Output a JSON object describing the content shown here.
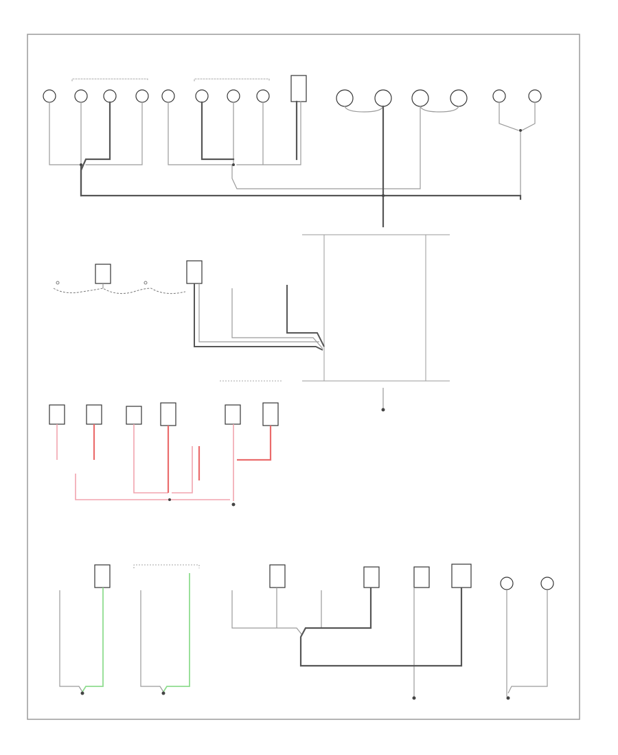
{
  "diagram": {
    "title": "",
    "corner_code": "",
    "colors": {
      "frame": "#9a9a9a",
      "wire_black": "#555555",
      "wire_gray": "#9a9a9a",
      "wire_pink": "#f2a3ad",
      "wire_red": "#ea6b6b",
      "wire_green": "#8fdc8f",
      "component": "#333333"
    },
    "components": [
      {
        "id": "left-headlight-lamp",
        "name": "",
        "shape": "circle"
      },
      {
        "id": "left-marker-lamp-1",
        "name": "",
        "shape": "circle"
      },
      {
        "id": "left-marker-lamp-2",
        "name": "",
        "shape": "circle"
      },
      {
        "id": "left-marker-lamp-3",
        "name": "",
        "shape": "circle"
      },
      {
        "id": "right-headlight-lamp",
        "name": "",
        "shape": "circle"
      },
      {
        "id": "right-marker-lamp-1",
        "name": "",
        "shape": "circle"
      },
      {
        "id": "right-marker-lamp-2",
        "name": "",
        "shape": "circle"
      },
      {
        "id": "right-marker-lamp-3",
        "name": "",
        "shape": "circle"
      },
      {
        "id": "top-module",
        "name": "",
        "shape": "box"
      },
      {
        "id": "left-tail-lamp-1",
        "name": "",
        "shape": "circle"
      },
      {
        "id": "left-tail-lamp-2",
        "name": "",
        "shape": "circle"
      },
      {
        "id": "right-tail-lamp-1",
        "name": "",
        "shape": "circle"
      },
      {
        "id": "right-tail-lamp-2",
        "name": "",
        "shape": "circle"
      },
      {
        "id": "left-license-lamp",
        "name": "",
        "shape": "circle"
      },
      {
        "id": "right-license-lamp",
        "name": "",
        "shape": "circle"
      },
      {
        "id": "trailer-connector-1",
        "name": "",
        "shape": "box"
      },
      {
        "id": "trailer-connector-2",
        "name": "",
        "shape": "box"
      },
      {
        "id": "left-front-sensor",
        "name": "",
        "shape": "box"
      },
      {
        "id": "right-front-sensor",
        "name": "",
        "shape": "box"
      },
      {
        "id": "ground-module-a",
        "name": "",
        "shape": "box"
      },
      {
        "id": "ground-module-b",
        "name": "",
        "shape": "box"
      },
      {
        "id": "ground-module-c",
        "name": "",
        "shape": "box"
      },
      {
        "id": "ground-module-d",
        "name": "",
        "shape": "box"
      },
      {
        "id": "green-module-1",
        "name": "",
        "shape": "box"
      },
      {
        "id": "bottom-module-1",
        "name": "",
        "shape": "box"
      },
      {
        "id": "bottom-module-2",
        "name": "",
        "shape": "box"
      },
      {
        "id": "bottom-module-3",
        "name": "",
        "shape": "box"
      },
      {
        "id": "bottom-module-4",
        "name": "",
        "shape": "box"
      },
      {
        "id": "bottom-module-5",
        "name": "",
        "shape": "box"
      },
      {
        "id": "bottom-module-6",
        "name": "",
        "shape": "box"
      },
      {
        "id": "right-lamp-pair-1",
        "name": "",
        "shape": "circle"
      },
      {
        "id": "right-lamp-pair-2",
        "name": "",
        "shape": "circle"
      }
    ],
    "grounds": [
      {
        "id": "ground-1",
        "label": ""
      },
      {
        "id": "ground-2",
        "label": ""
      },
      {
        "id": "ground-3",
        "label": ""
      },
      {
        "id": "ground-4",
        "label": ""
      },
      {
        "id": "ground-5",
        "label": ""
      },
      {
        "id": "ground-6",
        "label": ""
      }
    ]
  }
}
